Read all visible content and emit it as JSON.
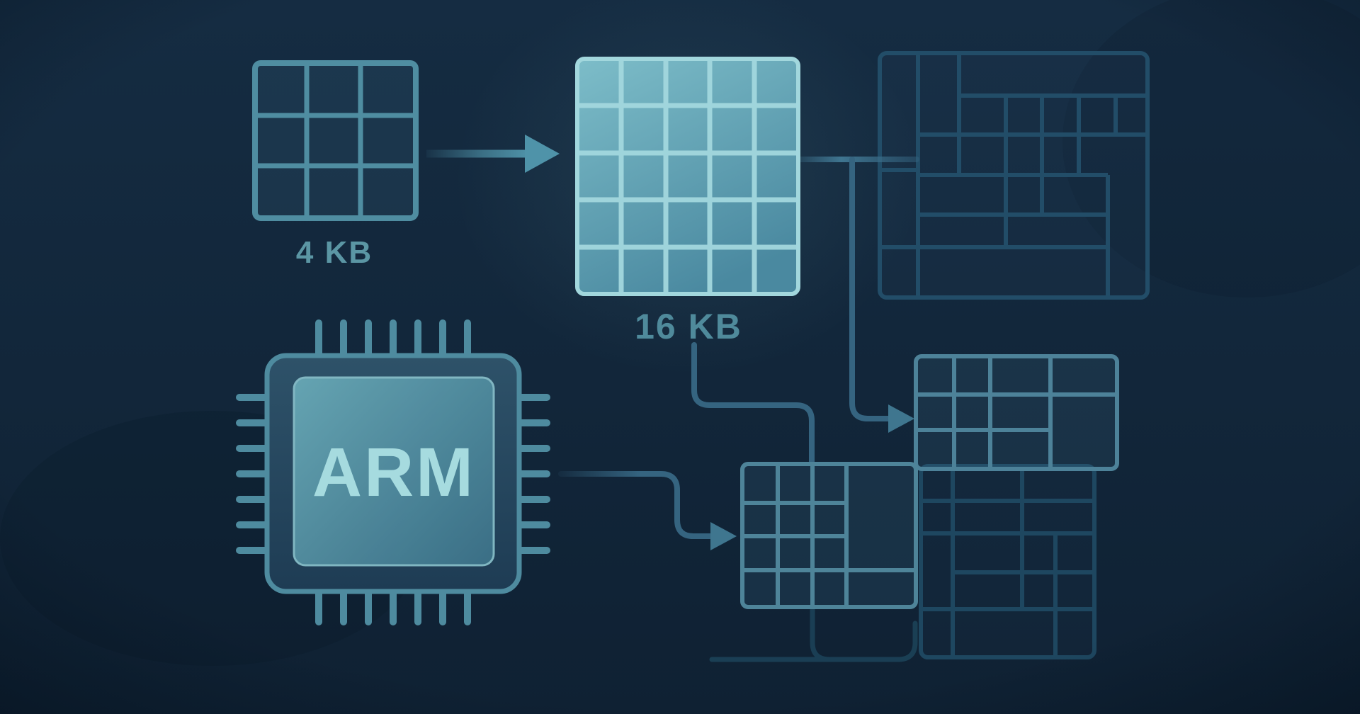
{
  "diagram": {
    "topic": "ARM memory page size comparison",
    "nodes": {
      "small_page": {
        "label": "4 KB",
        "rows": 3,
        "cols": 3
      },
      "large_page": {
        "label": "16 KB",
        "rows": 5,
        "cols": 5
      },
      "chip": {
        "label": "ARM"
      }
    },
    "colors": {
      "background_top": "#152c42",
      "background_bottom": "#0f2133",
      "teal_outline": "#4f8da1",
      "bright_cyan": "#a2d7dd",
      "cell_gradient_light": "#7cbcc8",
      "cell_gradient_dark": "#4a89a0",
      "label_small": "#5b96a4",
      "label_large": "#4f8a9b",
      "chip_text": "#a6dbdf",
      "connector": "#356480",
      "arrowhead": "#3f768f",
      "mid_grid_line": "#4d8299",
      "faded_grid_line": "#224d68"
    }
  }
}
